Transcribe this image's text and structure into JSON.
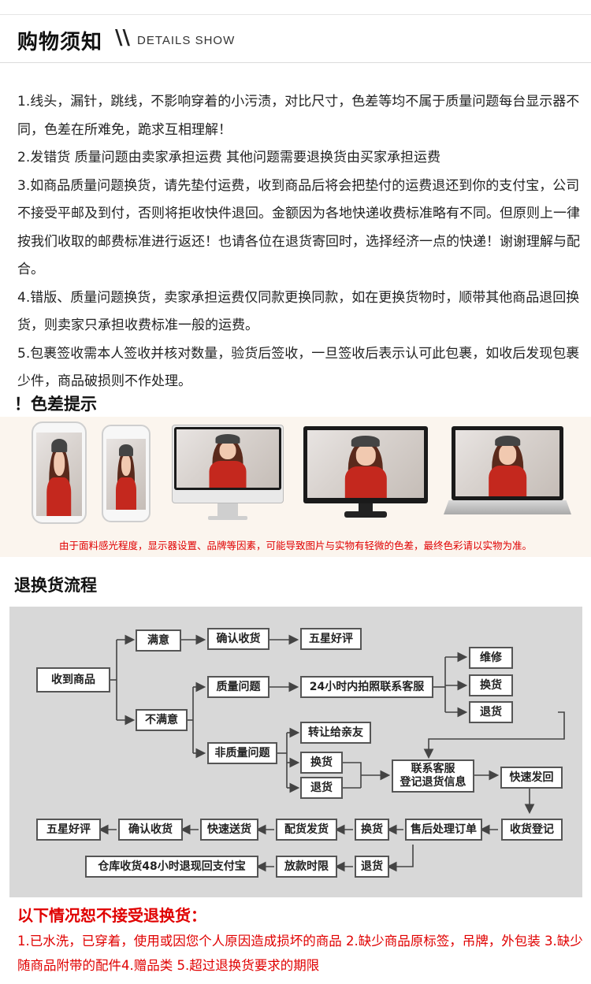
{
  "header": {
    "title": "购物须知",
    "slash": "\\\\",
    "subtitle": "DETAILS SHOW"
  },
  "notes": [
    "1.线头，漏针，跳线，不影响穿着的小污渍，对比尺寸，色差等均不属于质量问题每台显示器不同，色差在所难免，跪求互相理解！",
    "2.发错货 质量问题由卖家承担运费  其他问题需要退换货由买家承担运费",
    "3.如商品质量问题换货，请先垫付运费，收到商品后将会把垫付的运费退还到你的支付宝，公司不接受平邮及到付，否则将拒收快件退回。金额因为各地快递收费标准略有不同。但原则上一律按我们收取的邮费标准进行返还！也请各位在退货寄回时，选择经济一点的快递！谢谢理解与配合。",
    "4.错版、质量问题换货，卖家承担运费仅同款更换同款，如在更换货物时，顺带其他商品退回换货，则卖家只承担收费标准一般的运费。",
    "5.包裹签收需本人签收并核对数量，验货后签收，一旦签收后表示认可此包裹，如收后发现包裹少件，商品破损则不作处理。"
  ],
  "color_section": {
    "title": "！色差提示",
    "note": "由于面料感光程度，显示器设置、品牌等因素，可能导致图片与实物有轻微的色差，最终色彩请以实物为准。",
    "devices": [
      "android-phone",
      "iphone",
      "imac",
      "monitor",
      "laptop"
    ]
  },
  "flow_section": {
    "title": "退换货流程",
    "boxes": {
      "receive": "收到商品",
      "satisfied": "满意",
      "confirm1": "确认收货",
      "five_star1": "五星好评",
      "unsatisfied": "不满意",
      "quality": "质量问题",
      "photo": "24小时内拍照联系客服",
      "repair": "维修",
      "exchange1": "换货",
      "return1": "退货",
      "non_quality": "非质量问题",
      "transfer": "转让给亲友",
      "exchange2": "换货",
      "return2": "退货",
      "contact": "联系客服\n登记退货信息",
      "express_back": "快速发回",
      "register": "收货登记",
      "after_sale": "售后处理订单",
      "exchange3": "换货",
      "ship": "配货发货",
      "express_send": "快速送货",
      "confirm2": "确认收货",
      "five_star2": "五星好评",
      "return3": "退货",
      "refund_time": "放款时限",
      "refund": "仓库收货48小时退现回支付宝"
    }
  },
  "refuse": {
    "title": "以下情况恕不接受退换货：",
    "text": "1.已水洗，已穿着，使用或因您个人原因造成损坏的商品   2.缺少商品原标签，吊牌，外包装  3.缺少随商品附带的配件4.赠品类  5.超过退换货要求的期限"
  },
  "colors": {
    "accent_red": "#e00000",
    "flow_bg": "#d8d8d8",
    "band_bg": "#fbf5ee"
  }
}
